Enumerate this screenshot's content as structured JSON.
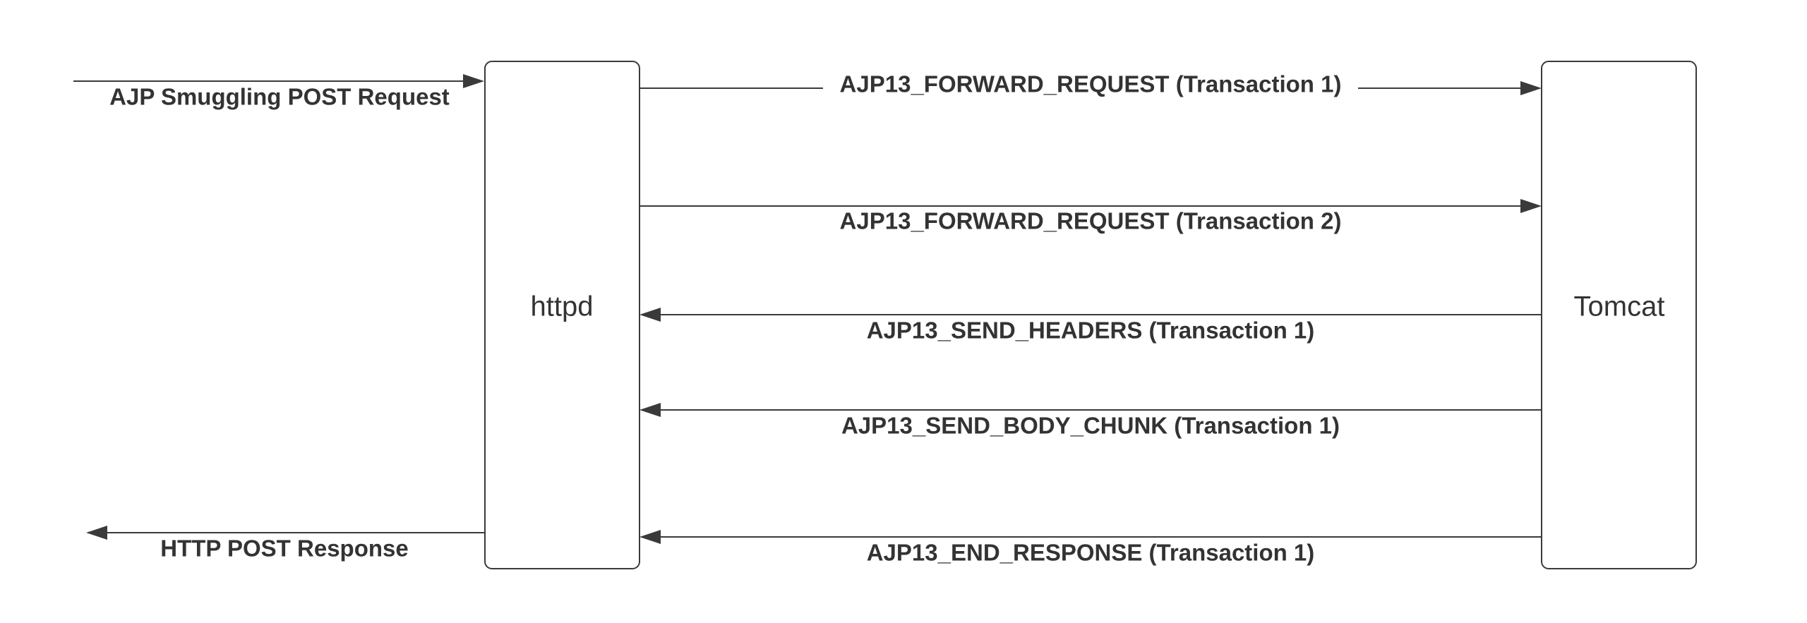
{
  "nodes": {
    "httpd": {
      "label": "httpd"
    },
    "tomcat": {
      "label": "Tomcat"
    }
  },
  "messages": {
    "client_request": "AJP Smuggling POST Request",
    "forward_1": "AJP13_FORWARD_REQUEST (Transaction 1)",
    "forward_2": "AJP13_FORWARD_REQUEST (Transaction 2)",
    "send_headers": "AJP13_SEND_HEADERS (Transaction 1)",
    "send_body_chunk": "AJP13_SEND_BODY_CHUNK (Transaction 1)",
    "end_response": "AJP13_END_RESPONSE (Transaction 1)",
    "client_response": "HTTP POST Response"
  },
  "colors": {
    "stroke": "#3a3a3a",
    "text": "#333333",
    "background": "#ffffff"
  }
}
